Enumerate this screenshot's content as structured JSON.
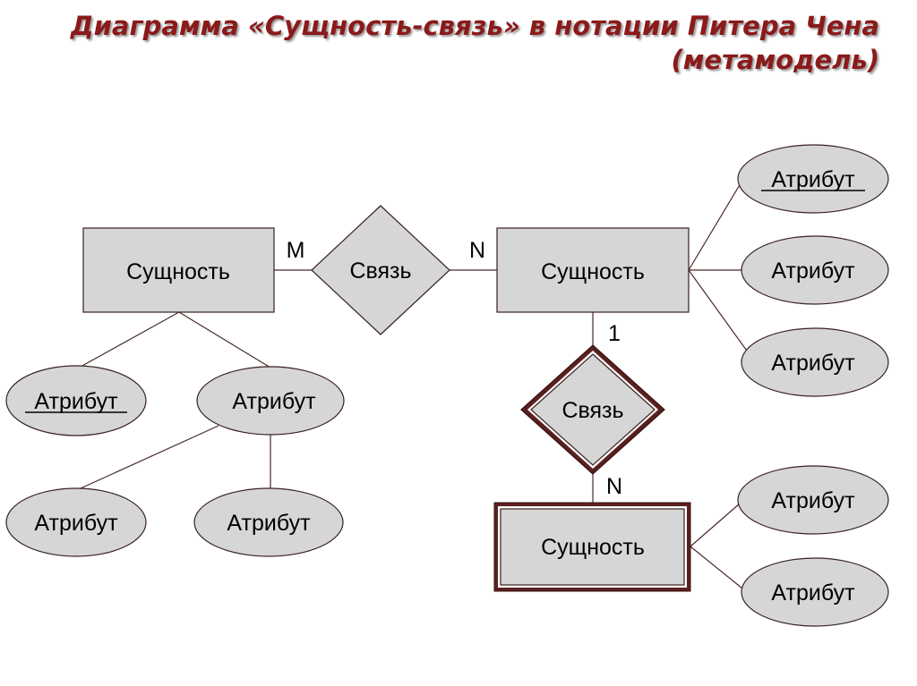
{
  "title": {
    "line1": "Диаграмма «Сущность-связь» в нотации Питера Чена",
    "line2": "(метамодель)"
  },
  "diagram": {
    "entity_left": "Сущность",
    "entity_right": "Сущность",
    "entity_weak": "Сущность",
    "relation_top": "Связь",
    "relation_weak": "Связь",
    "card_m": "M",
    "card_n_top": "N",
    "card_1": "1",
    "card_n_bottom": "N",
    "attr_key_left": "Атрибут",
    "attr_left_mid": "Атрибут",
    "attr_left_bl": "Атрибут",
    "attr_left_br": "Атрибут",
    "attr_key_right": "Атрибут",
    "attr_right_mid": "Атрибут",
    "attr_right_low": "Атрибут",
    "attr_weak_top": "Атрибут",
    "attr_weak_bottom": "Атрибут"
  },
  "colors": {
    "title": "#8b1a1a",
    "node_fill": "#d6d6d6",
    "stroke": "#3a2020"
  }
}
